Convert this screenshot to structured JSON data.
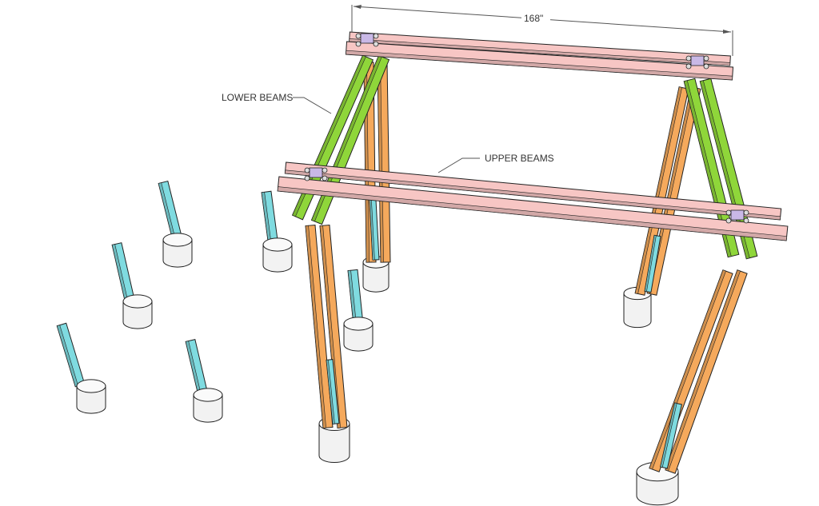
{
  "labels": {
    "dimension": "168\"",
    "lower_beams": "LOWER BEAMS",
    "upper_beams": "UPPER BEAMS"
  },
  "colors": {
    "upper_beam": "#f7c6c4",
    "lower_beam": "#8fd63a",
    "post": "#f5a95c",
    "post_stub": "#7fdbe0",
    "footing": "#f2f2f2",
    "bracket": "#c9b8e6",
    "outline": "#222222"
  }
}
